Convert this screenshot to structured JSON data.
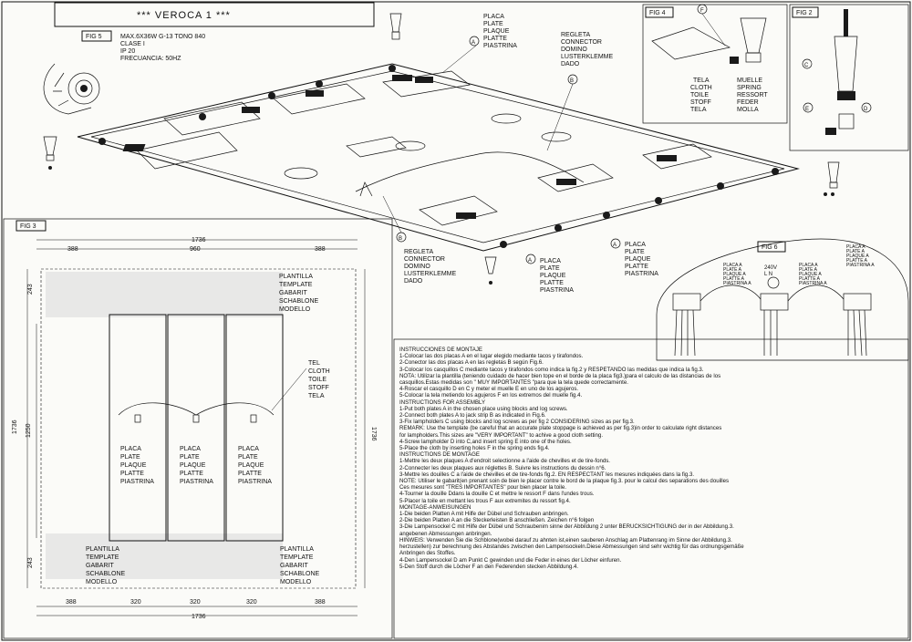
{
  "header": {
    "title": "*** VEROCA 1 ***"
  },
  "spec": {
    "lines": [
      "MAX.6X36W G-13 TONO 840",
      "CLASE I",
      "IP 20",
      "FRECUANCIA: 50HZ"
    ]
  },
  "figures": {
    "fig5": "FIG 5",
    "fig4": "FIG 4",
    "fig2": "FIG 2",
    "fig3": "FIG 3",
    "fig6": "FIG 6"
  },
  "parts": {
    "a": "A",
    "b": "B",
    "c": "C",
    "d": "D",
    "e": "E",
    "f": "F"
  },
  "labels": {
    "plate": [
      "PLACA",
      "PLATE",
      "PLAQUE",
      "PLATTE",
      "PIASTRINA"
    ],
    "connector": [
      "REGLETA",
      "CONNECTOR",
      "DOMINO",
      "LUSTERKLEMME",
      "DADO"
    ],
    "cloth": [
      "TELA",
      "CLOTH",
      "TOILE",
      "STOFF",
      "TELA"
    ],
    "cloth_fig3": [
      "TEL",
      "CLOTH",
      "TOILE",
      "STOFF",
      "TELA"
    ],
    "spring": [
      "MUELLE",
      "SPRING",
      "RESSORT",
      "FEDER",
      "MOLLA"
    ],
    "template": [
      "PLANTILLA",
      "TEMPLATE",
      "GABARIT",
      "SCHABLONE",
      "MODELLO"
    ],
    "fig6_wiring": [
      "240V",
      "L N"
    ],
    "fig6_plate_small": [
      "PLACA A",
      "PLATE A",
      "PLAQUE A",
      "PLATTE A",
      "PIASTRINA A"
    ]
  },
  "dimensions": {
    "total_width": "1736",
    "side_left": "388",
    "center": "960",
    "side_right": "388",
    "top_offset": "243",
    "height_outer": "1736",
    "height_inner": "1250",
    "height_right": "1736",
    "bottom_offset": "243",
    "bottom_segments": [
      "388",
      "320",
      "320",
      "320",
      "388"
    ],
    "bottom_total": "1736"
  },
  "instructions": [
    "INSTRUCCIONES DE MONTAJE",
    "1-Colocar las dos placas A en el lugar elegido mediante tacos y tirafondos.",
    "2-Conector las dos placas A en las regletas B según Fig.6.",
    "3-Colocar los casquillos C mediante tacos y tirafondos como indica la fig.2 y RESPETANDO las medidas que indica la fig.3.",
    "NOTA: Utilizar la plantilla (teniendo cuidado de hacer bien tope en el borde de la placa fig3.)para el calculo de las distancias de los",
    "casquillos.Estas medidas son \" MUY IMPORTANTES \"para que la tela quede correctamente.",
    "4-Roscar el casquillo D en C y meter el muelle E en uno de los agujeros.",
    "5-Colocar la tela metiendo los agujeros F en los extremos del muelle fig.4.",
    "INSTRUCTIONS FOR ASSEMBLY",
    "1-Put both plates A in the chosen place using blocks and log screws.",
    "2-Connect both plates A to jack strip B as indicated in Fig.6.",
    "3-Fix lampholders C using blocks and log screws as per fig 2 CONSIDERING sizes as per fig.3.",
    "REMARK: Use the template (be careful that an accurate plate stoppage is achieved as per fig.3)in order to calculate right distances",
    "for lampholders.This sizes are \"VERY IMPORTANT\" to achive a good cloth setting.",
    "4-Screw lampholder D into C,and insert spring E into one of the holes.",
    "5-Place the cloth by inserting holes F in the spring ends fig.4.",
    "INSTRUCTIONS DE MONTAGE",
    "1-Mettre les deux plaques A d'endroit selectionne a l'aide de chevilles et de tire-fonds.",
    "2-Connecter les deux plaques aux réglettes B. Suivre les instructions du dessin n°6.",
    "3-Mettre les douilles C a l'aide de chevilles et de tire-fonds fig.2. EN RESPECTANT les mesures indiquées dans la fig.3.",
    "NOTE: Utiliser le gabarit(en prenant soin de bien le placer contre le bord de la plaque fig.3. pour le calcul des separations des douilles",
    "Ces mesures sont \"TRES IMPORTANTES\" pour bien placer la toile.",
    "4-Tourner la douille Ddans la douille C et mettre le ressort F dans l'undes trous.",
    "5-Placer la toile en mettant les trous F aux extremites du ressort fig.4.",
    "MONTAGE-ANWEISUNGEN",
    "1-Die beiden Platten A mit Hilfe der Dübel und Schrauben anbringen.",
    "2-Die beiden Platten A an die Steckerleisten B anschließen. Zeichen n°6 folgen",
    "3-Die Lampensockel C mit Hilfe der Dübel und Schraubenim sinne der Abbildung 2 unter BERUCKSICHTIGUNG der in der Abbildung.3.",
    "angebenen Abmessungen anbringen.",
    "HINWEIS: Verwenden Sie die Schblone(wobei darauf zu ahnten ist,einen sauberen Anschlag am Plattenrang im Sinne der Abbildung.3.",
    "herzustellen) zur berechnung des Abstandes zwischen den Lampensockeln.Diese Abmessungen sind sehr wichtig für das ordnungsgemäße",
    "Anbringen des Stoffes.",
    "4-Den Lampensockel D am Punkt C gewinden und die Feder in eines der Löcher einfuren.",
    "5-Den Stoff durch die Löcher F an den Federenden stecken Abbildung.4."
  ]
}
